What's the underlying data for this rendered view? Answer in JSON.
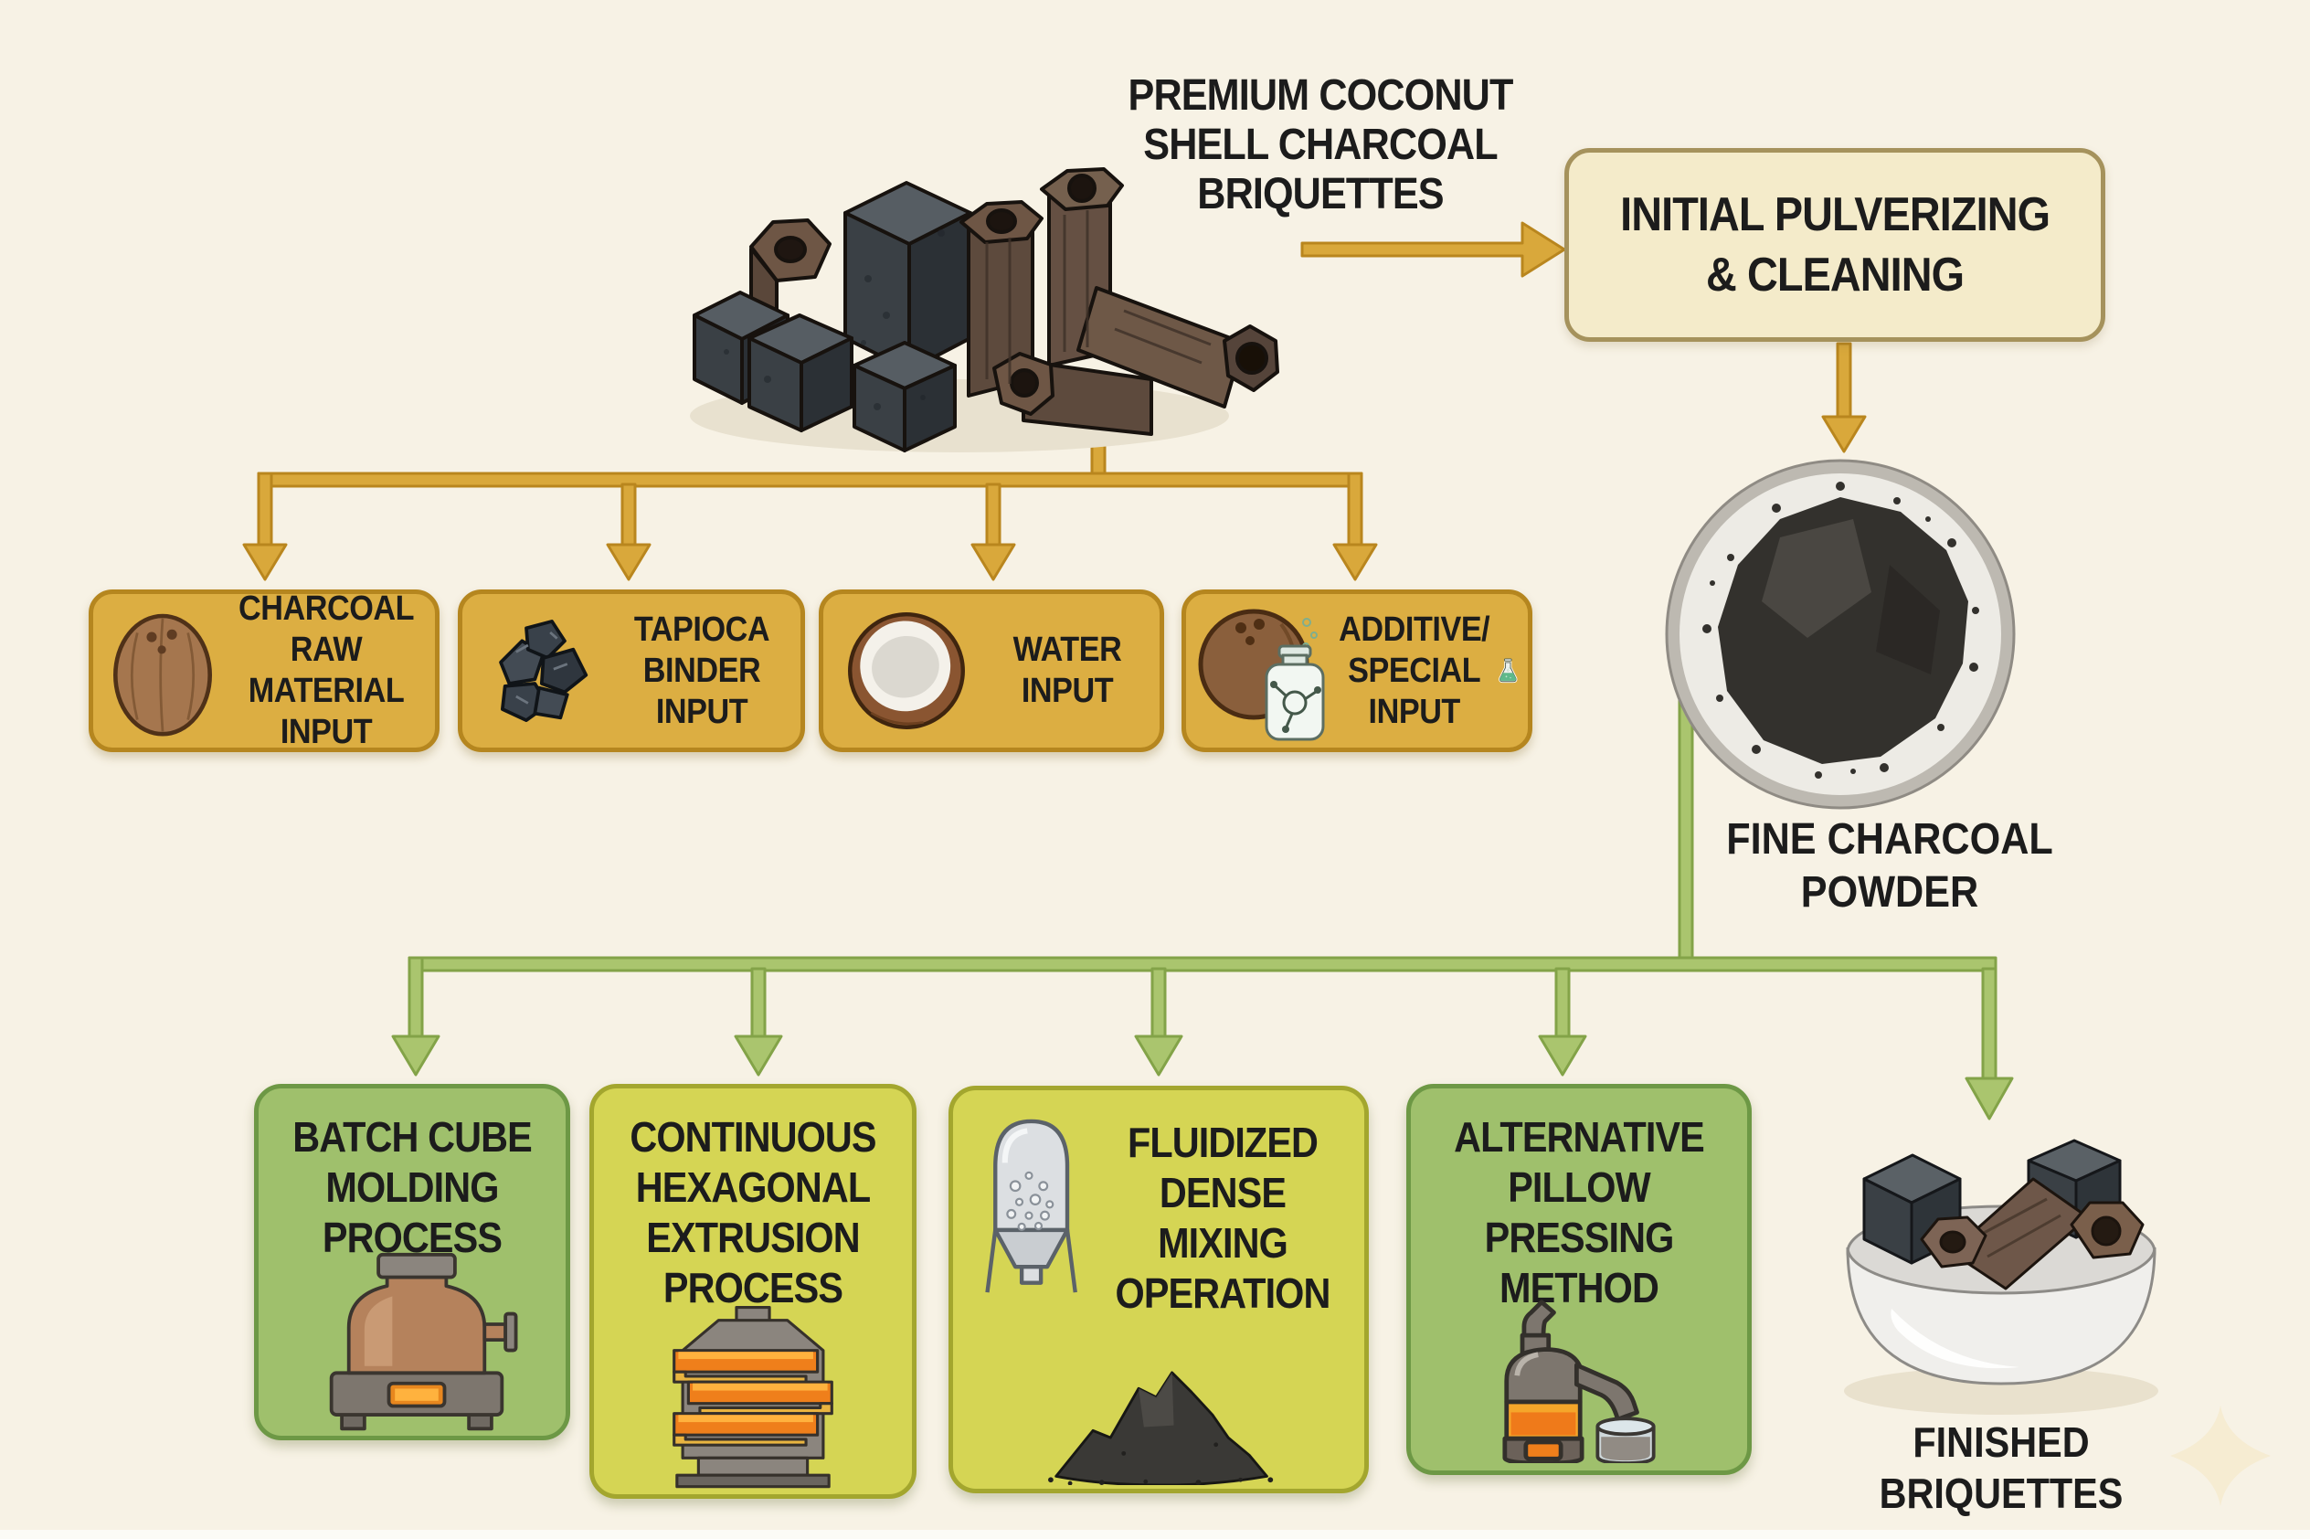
{
  "source": {
    "label": "PREMIUM COCONUT\nSHELL CHARCOAL\nBRIQUETTES"
  },
  "pulverize": {
    "label": "INITIAL PULVERIZING\n& CLEANING"
  },
  "powder": {
    "label": "FINE CHARCOAL\nPOWDER"
  },
  "finished": {
    "label": "FINISHED\nBRIQUETTES"
  },
  "inputs": [
    {
      "label": "CHARCOAL\nRAW\nMATERIAL\nINPUT",
      "icon": "coconut-icon"
    },
    {
      "label": "TAPIOCA\nBINDER\nINPUT",
      "icon": "charcoal-lumps-icon"
    },
    {
      "label": "WATER\nINPUT",
      "icon": "half-coconut-icon"
    },
    {
      "label": "ADDITIVE/\nSPECIAL\nINPUT",
      "icon": "coconut-jar-flask-icons"
    }
  ],
  "processes": [
    {
      "label": "BATCH CUBE\nMOLDING\nPROCESS",
      "icon": "molding-furnace-icon"
    },
    {
      "label": "CONTINUOUS\nHEXAGONAL\nEXTRUSION\nPROCESS",
      "icon": "extrusion-press-icon"
    },
    {
      "label": "FLUIDIZED\nDENSE\nMIXING\nOPERATION",
      "icon": "mixing-silo-icon"
    },
    {
      "label": "ALTERNATIVE\nPILLOW\nPRESSING\nMETHOD",
      "icon": "pillow-press-icon"
    }
  ],
  "colors": {
    "background": "#f7f2e5",
    "gold_box_fill": "#dcae42",
    "gold_box_border": "#b5861f",
    "gold_arrow": "#d9a83b",
    "green_arrow": "#aac56e",
    "process_green_fill": "#9fc06c",
    "process_green_border": "#6d9845",
    "process_yellow_green_fill": "#d5d554",
    "process_yellow_green_border": "#a3a62e",
    "pulverize_box_fill": "#f4ebca",
    "pulverize_box_border": "#a5925c",
    "text": "#1c1c1c"
  }
}
